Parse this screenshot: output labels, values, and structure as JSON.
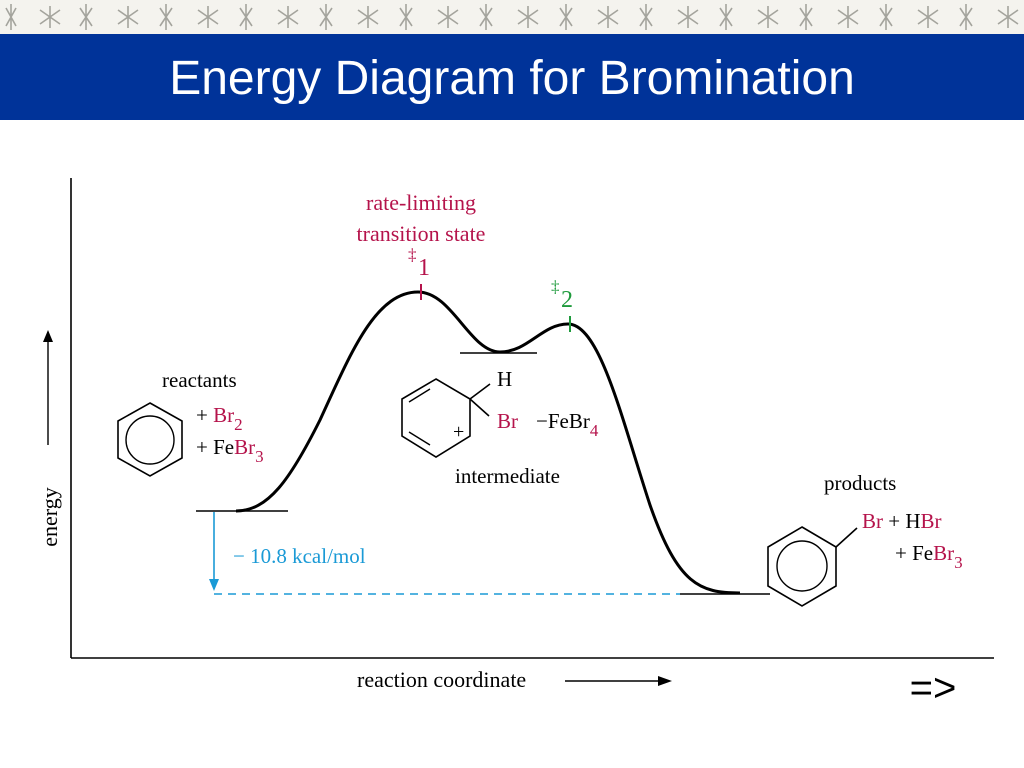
{
  "slide": {
    "title": "Energy Diagram for Bromination",
    "next_label": "=>"
  },
  "colors": {
    "title_bar": "#003399",
    "red_label": "#b5134b",
    "green_label": "#1e9a3c",
    "blue_annotation": "#1a9ad6",
    "black": "#000000"
  },
  "diagram": {
    "ts1_caption_line1": "rate-limiting",
    "ts1_caption_line2": "transition state",
    "ts1_symbol": "‡",
    "ts1_number": "1",
    "ts2_symbol": "‡",
    "ts2_number": "2",
    "reactants_label": "reactants",
    "reactant_plus_1": "+ ",
    "reactant_br": "Br",
    "reactant_br_sub": "2",
    "reactant_plus_2": "+ Fe",
    "reactant_febr": "Br",
    "reactant_febr_sub": "3",
    "intermediate_h": "H",
    "intermediate_br": "Br",
    "intermediate_plus": "+",
    "intermediate_fe": "−FeBr",
    "intermediate_fe_sub": "4",
    "intermediate_label": "intermediate",
    "products_label": "products",
    "product_br": "Br",
    "product_plus_h": " + H",
    "product_hbr": "Br",
    "product_plus_fe": "+ Fe",
    "product_febr": "Br",
    "product_febr_sub": "3",
    "delta_energy": "− 10.8 kcal/mol",
    "y_axis_label": "energy",
    "x_axis_label": "reaction coordinate"
  }
}
